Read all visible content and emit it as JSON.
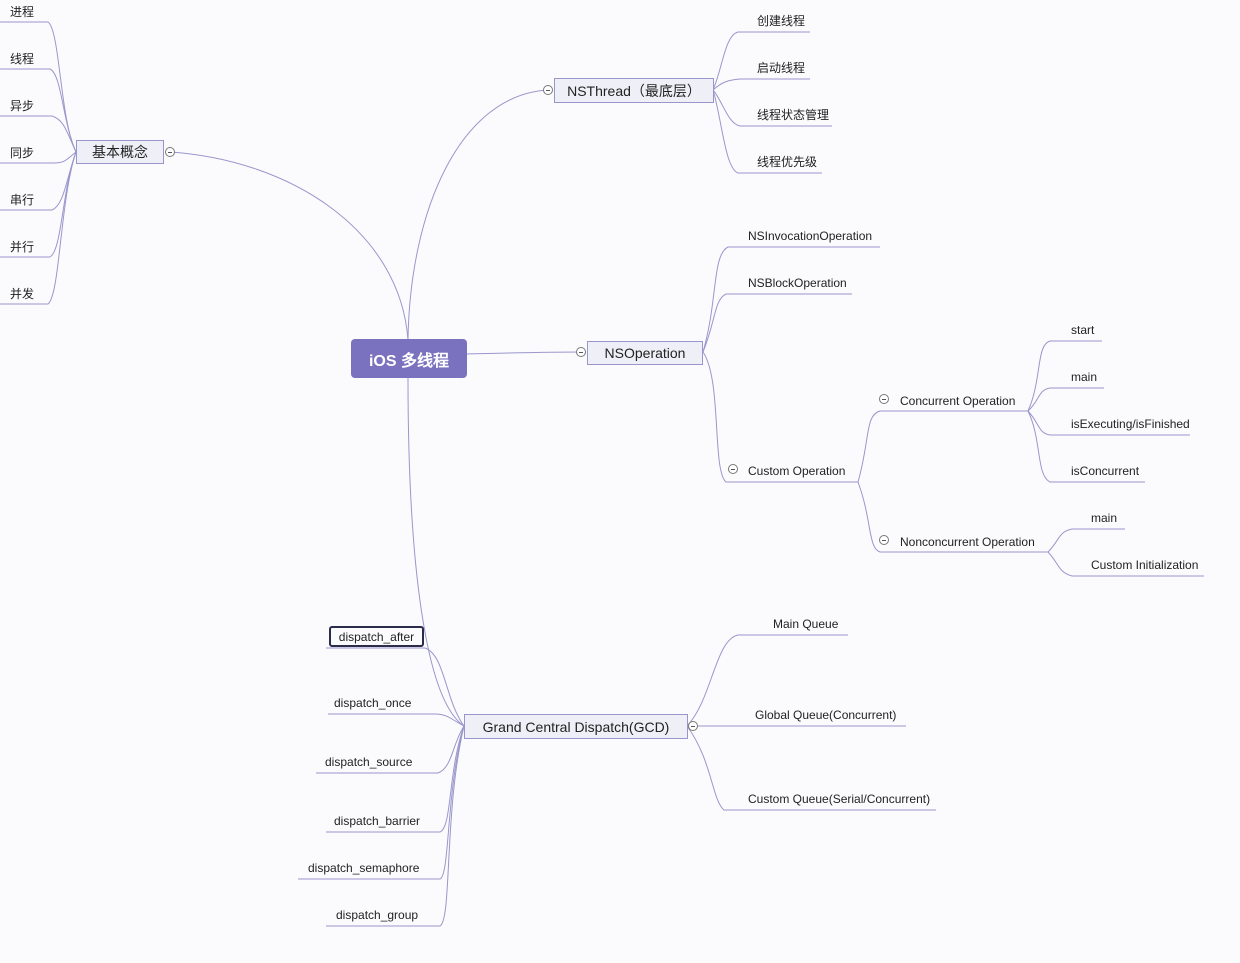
{
  "root": "iOS 多线程",
  "basic": {
    "title": "基本概念",
    "items": [
      "进程",
      "线程",
      "异步",
      "同步",
      "串行",
      "并行",
      "并发"
    ]
  },
  "nsthread": {
    "title": "NSThread（最底层）",
    "items": [
      "创建线程",
      "启动线程",
      "线程状态管理",
      "线程优先级"
    ]
  },
  "nsoperation": {
    "title": "NSOperation",
    "items": [
      "NSInvocationOperation",
      "NSBlockOperation"
    ],
    "custom": {
      "title": "Custom Operation",
      "concurrent": {
        "title": "Concurrent Operation",
        "items": [
          "start",
          "main",
          "isExecuting/isFinished",
          "isConcurrent"
        ]
      },
      "nonconcurrent": {
        "title": "Nonconcurrent Operation",
        "items": [
          "main",
          "Custom Initialization"
        ]
      }
    }
  },
  "gcd": {
    "title": "Grand Central Dispatch(GCD)",
    "queues": [
      "Main Queue",
      "Global Queue(Concurrent)",
      "Custom Queue(Serial/Concurrent)"
    ],
    "apis": [
      "dispatch_after",
      "dispatch_once",
      "dispatch_source",
      "dispatch_barrier",
      "dispatch_semaphore",
      "dispatch_group"
    ]
  },
  "colors": {
    "root": "#7b72bf",
    "line": "#9a96cc",
    "box_bg": "#efeff8"
  }
}
